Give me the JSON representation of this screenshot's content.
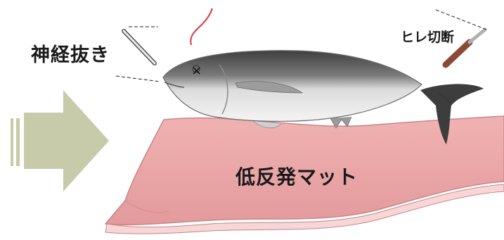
{
  "labels": {
    "nerve_removal": "神経抜き",
    "fin_cut": "ヒレ切断",
    "mat": "低反発マット",
    "head_mark": "×"
  },
  "icons": {
    "arrow": "right-arrow-icon",
    "needle": "needle-icon",
    "wire": "nerve-wire-icon",
    "knife": "knife-icon"
  },
  "colors": {
    "arrow": "#c7cba9",
    "mat": "#e8a6a6",
    "mat_edge": "#d48f91",
    "fish_back": "#555555",
    "fish_belly": "#eeeeee",
    "wire": "#d8474d",
    "knife_handle": "#8b4a36"
  }
}
